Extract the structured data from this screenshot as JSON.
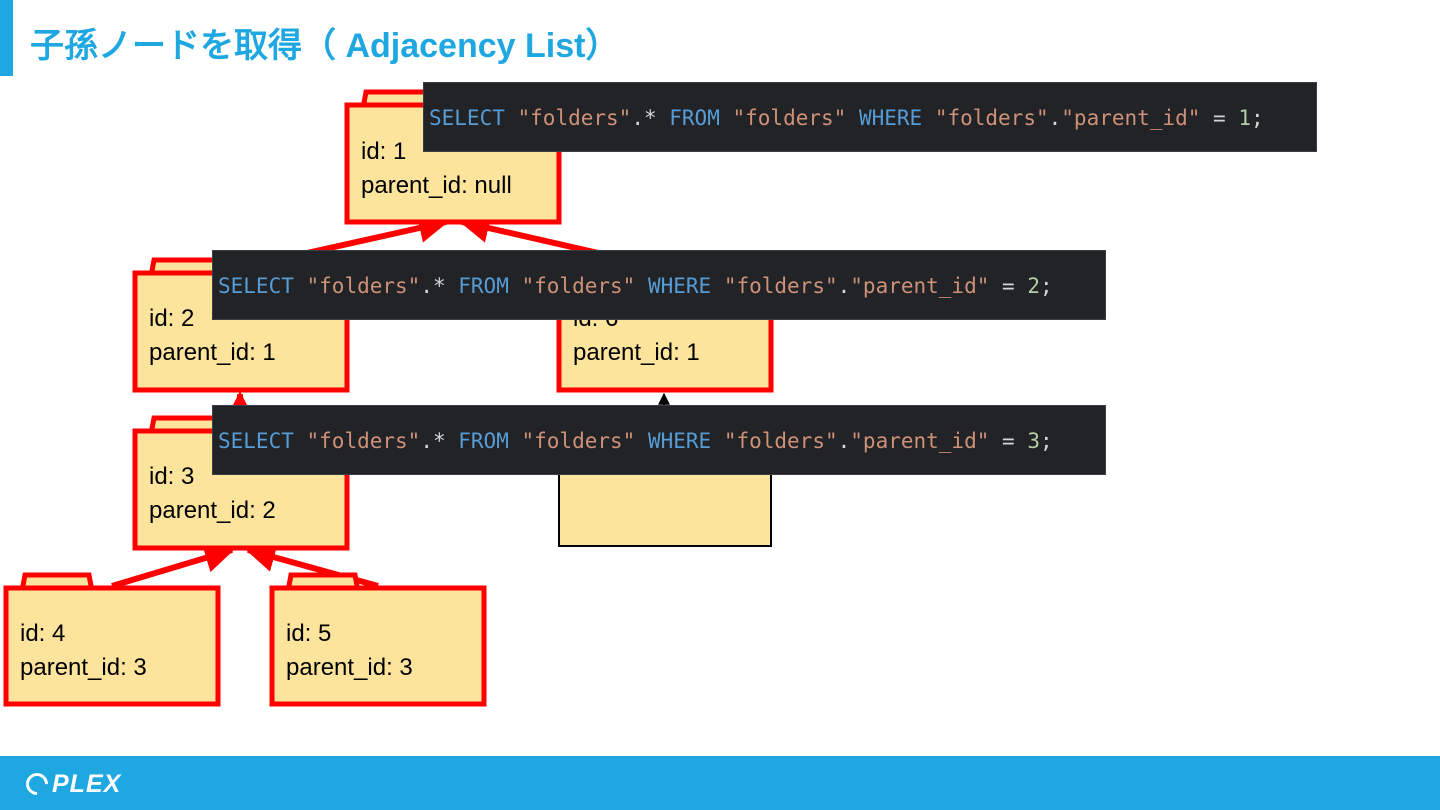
{
  "slide": {
    "title": "子孫ノードを取得（ Adjacency List）"
  },
  "nodes": [
    {
      "id_label": "id: 1",
      "parent_label": "parent_id: null",
      "highlighted": true
    },
    {
      "id_label": "id: 2",
      "parent_label": "parent_id: 1",
      "highlighted": true
    },
    {
      "id_label": "id: 6",
      "parent_label": "parent_id: 1",
      "highlighted": true
    },
    {
      "id_label": "id: 3",
      "parent_label": "parent_id: 2",
      "highlighted": true
    },
    {
      "id_label": "",
      "parent_label": "",
      "highlighted": false
    },
    {
      "id_label": "id: 4",
      "parent_label": "parent_id: 3",
      "highlighted": true
    },
    {
      "id_label": "id: 5",
      "parent_label": "parent_id: 3",
      "highlighted": true
    }
  ],
  "queries": [
    {
      "keyword_select": "SELECT",
      "table_star": "\"folders\"",
      "star": ".*",
      "keyword_from": "FROM",
      "table": "\"folders\"",
      "keyword_where": "WHERE",
      "column_table": "\"folders\"",
      "dot": ".",
      "column": "\"parent_id\"",
      "eq": "=",
      "value": "1",
      "end": ";"
    },
    {
      "keyword_select": "SELECT",
      "table_star": "\"folders\"",
      "star": ".*",
      "keyword_from": "FROM",
      "table": "\"folders\"",
      "keyword_where": "WHERE",
      "column_table": "\"folders\"",
      "dot": ".",
      "column": "\"parent_id\"",
      "eq": "=",
      "value": "2",
      "end": ";"
    },
    {
      "keyword_select": "SELECT",
      "table_star": "\"folders\"",
      "star": ".*",
      "keyword_from": "FROM",
      "table": "\"folders\"",
      "keyword_where": "WHERE",
      "column_table": "\"folders\"",
      "dot": ".",
      "column": "\"parent_id\"",
      "eq": "=",
      "value": "3",
      "end": ";"
    }
  ],
  "footer": {
    "logo_text": "PLEX"
  },
  "colors": {
    "brand": "#1ea7e1",
    "highlight": "#ff0000",
    "folder_fill": "#fde49c",
    "code_bg": "#212326"
  }
}
